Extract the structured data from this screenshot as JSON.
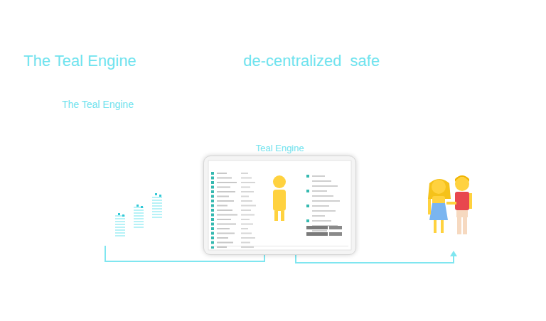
{
  "diagram": {
    "title": "The Teal Engine",
    "nodes": [
      {
        "text": [
          "Teal Engine"
        ]
      }
    ],
    "labels": [
      "de-centralized safe",
      "The Teal Engine"
    ]
  }
}
